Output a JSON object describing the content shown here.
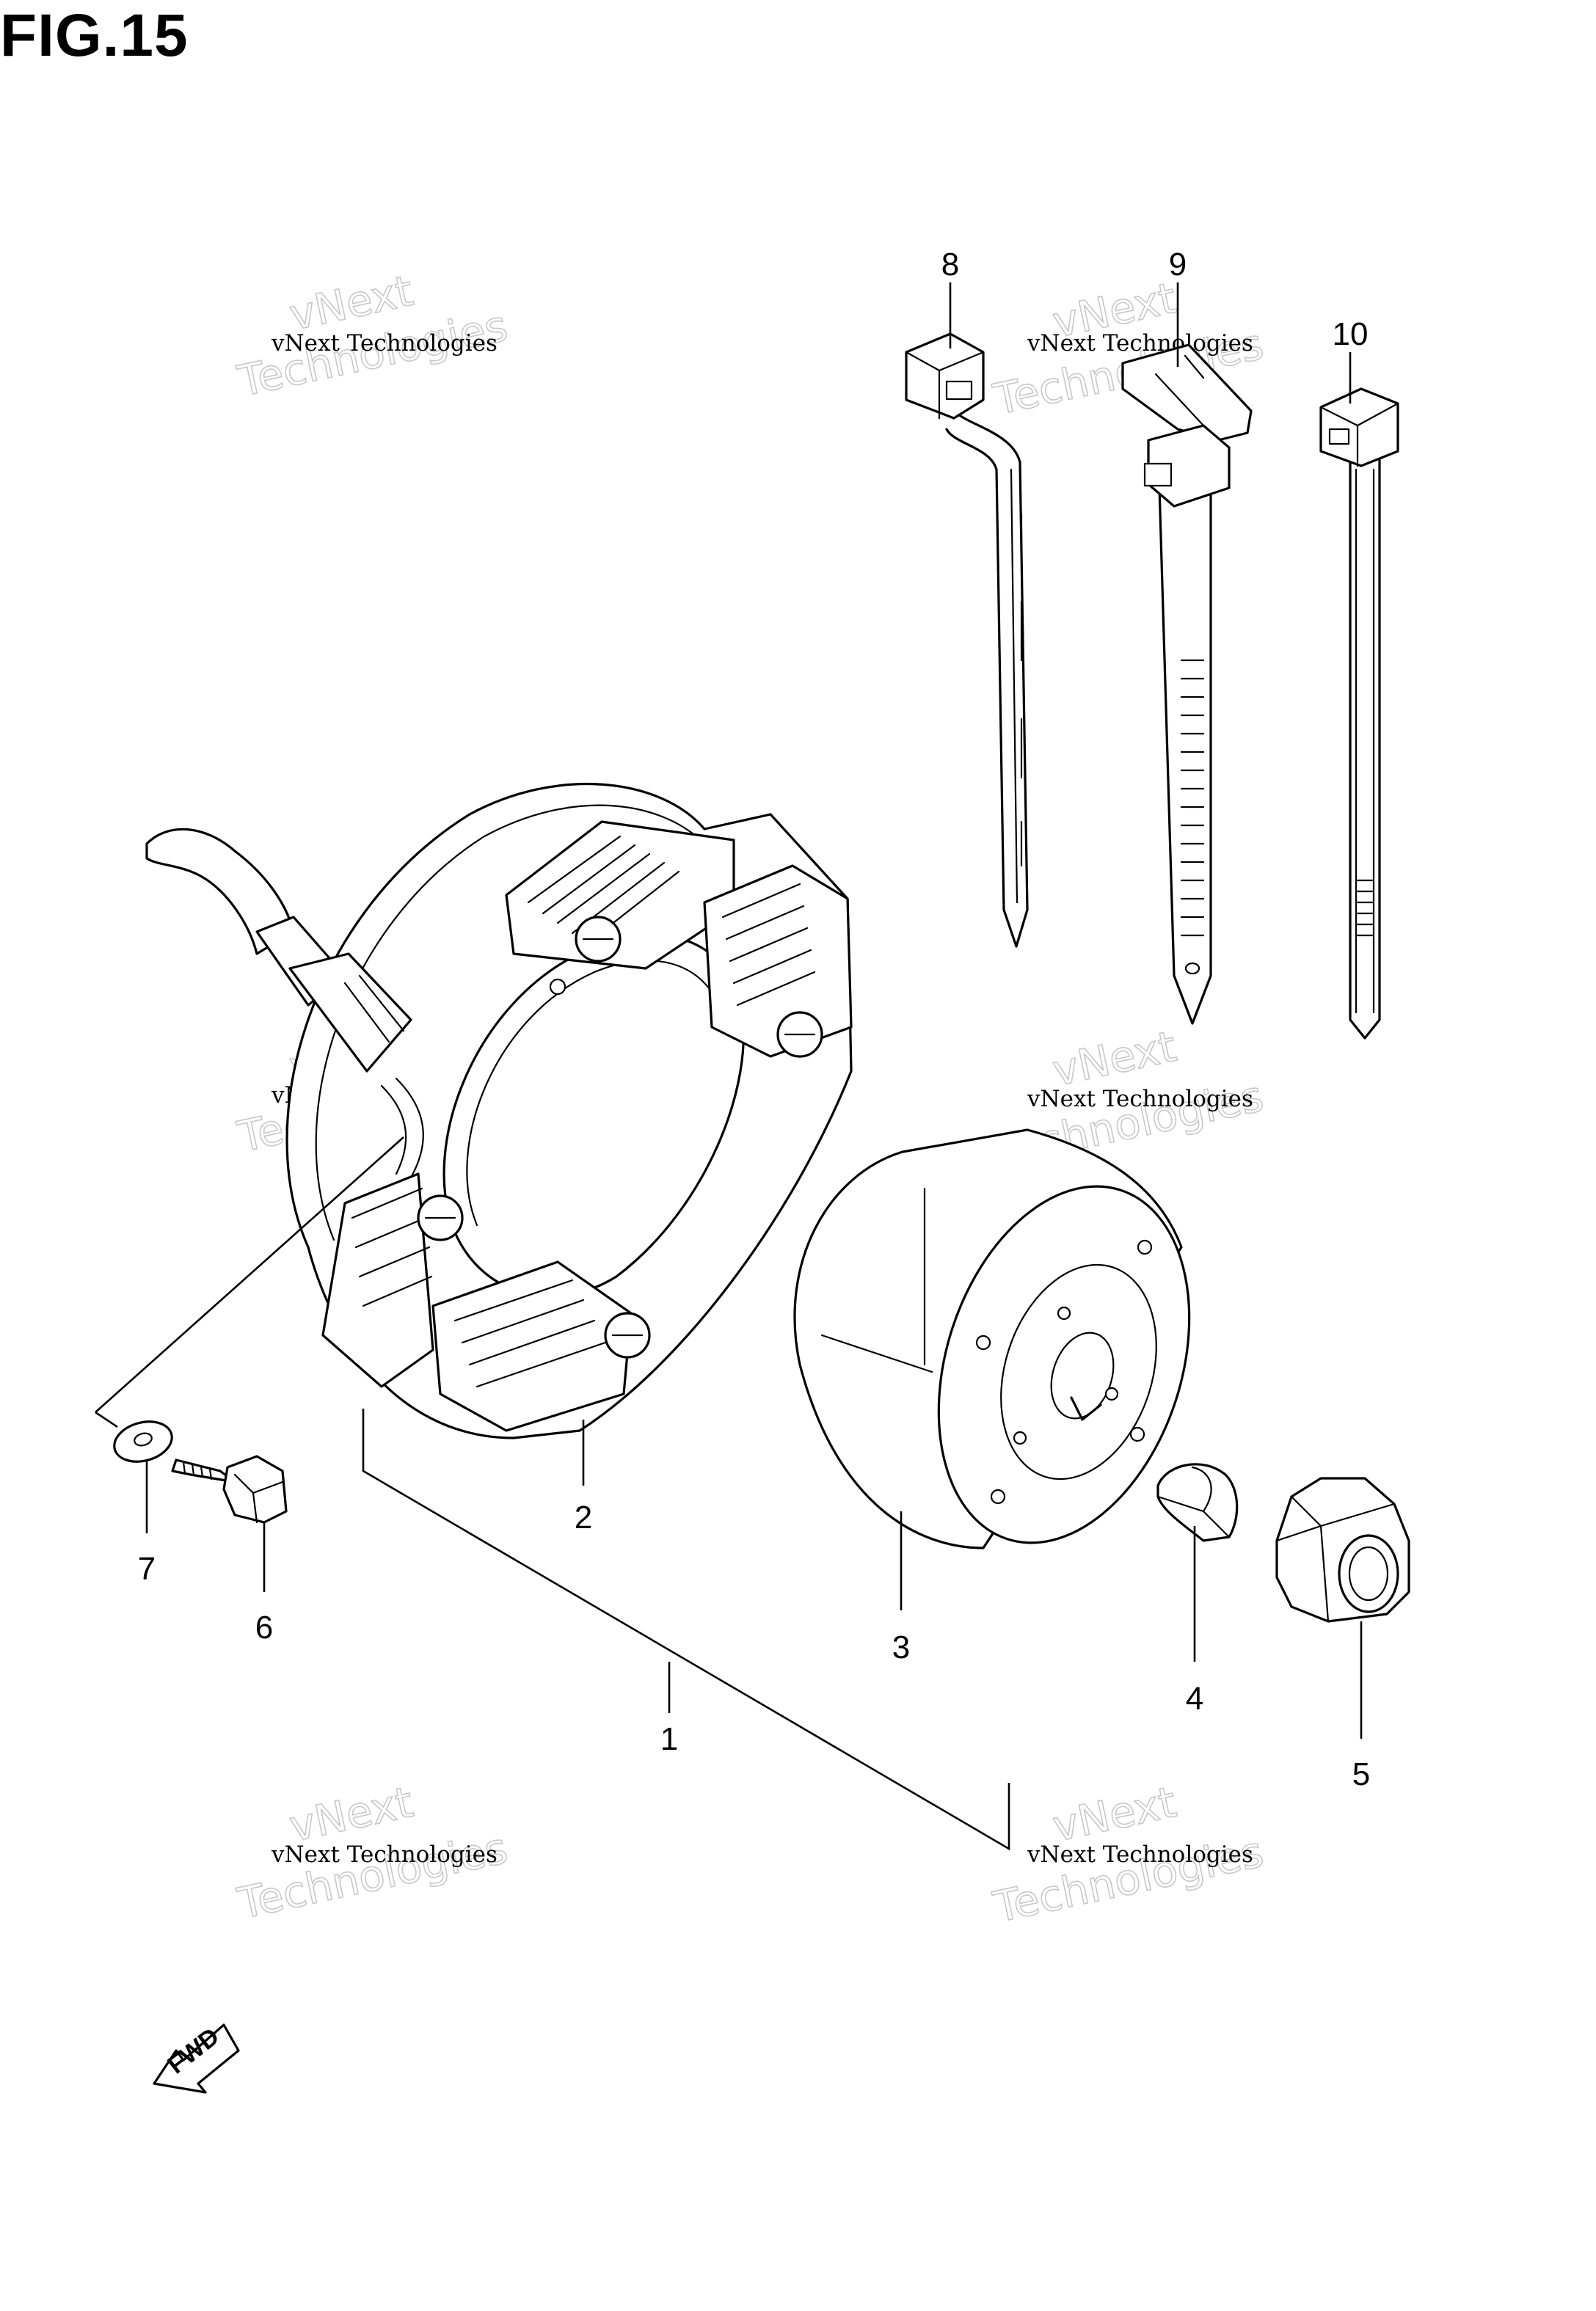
{
  "figure_title": "FIG.15",
  "fwd_label": "FWD",
  "watermark": {
    "line1": "vNext Technologies",
    "line2": "vNext",
    "line3": "Technologies"
  },
  "callouts": [
    "1",
    "2",
    "3",
    "4",
    "5",
    "6",
    "7",
    "8",
    "9",
    "10"
  ],
  "colors": {
    "ink": "#000000",
    "background": "#ffffff",
    "watermark_outline": "#c8c8c8"
  }
}
